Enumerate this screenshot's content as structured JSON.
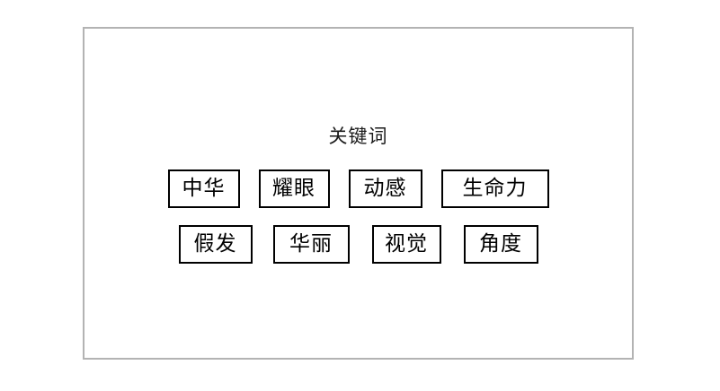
{
  "slide": {
    "title": "关键词",
    "frame_border_color": "#b3b3b3",
    "background_color": "#ffffff",
    "chip_border_color": "#000000",
    "text_color": "#000000"
  },
  "keyword_rows": [
    {
      "row_label": "keyword-row-1",
      "chips": [
        {
          "label": "中华"
        },
        {
          "label": "耀眼"
        },
        {
          "label": "动感"
        },
        {
          "label": "生命力"
        }
      ]
    },
    {
      "row_label": "keyword-row-2",
      "chips": [
        {
          "label": "假发"
        },
        {
          "label": "华丽"
        },
        {
          "label": "视觉"
        },
        {
          "label": "角度"
        }
      ]
    }
  ]
}
